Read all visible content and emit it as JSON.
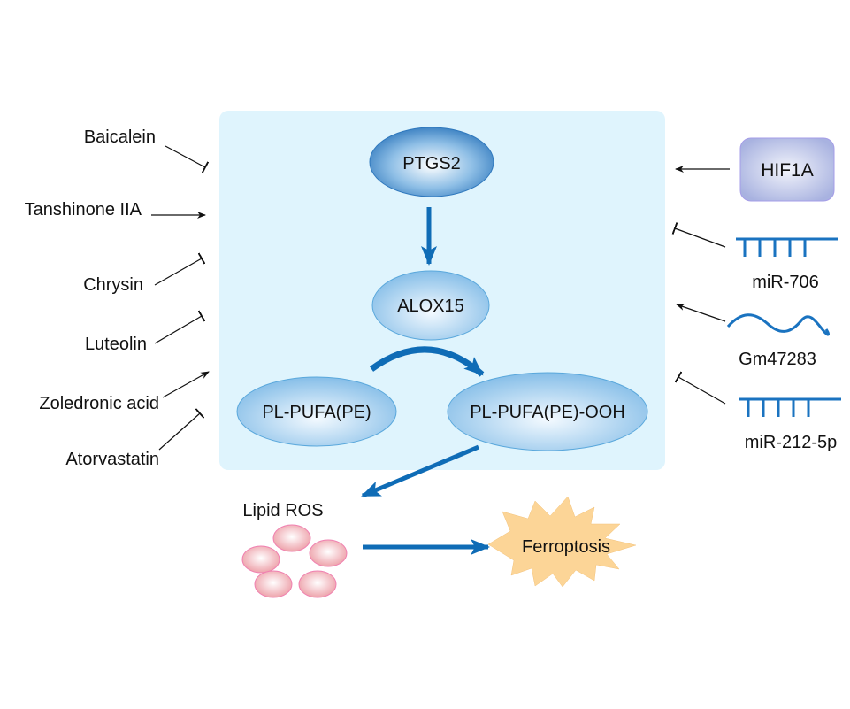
{
  "colors": {
    "panel_fill": "#dff4fd",
    "arrow_blue": "#0f6cb6",
    "ptgs2_edge": "#2f78bd",
    "node_edge": "#5aa8dc",
    "hif1a_fill": "#b3bce6",
    "hif1a_edge": "#a59de8",
    "ros_fill": "#efa5ab",
    "ros_edge": "#f07fb0",
    "ferroptosis_fill": "#fcd597",
    "inhibitor_line": "#111111",
    "rna_blue": "#1a73c0"
  },
  "nodes": {
    "ptgs2": "PTGS2",
    "alox15": "ALOX15",
    "pl_pufa": "PL-PUFA(PE)",
    "pl_pufa_ooh": "PL-PUFA(PE)-OOH",
    "lipid_ros": "Lipid ROS",
    "ferroptosis": "Ferroptosis"
  },
  "left_regulators": [
    {
      "label": "Baicalein",
      "effect": "inhibits"
    },
    {
      "label": "Tanshinone IIA",
      "effect": "activates"
    },
    {
      "label": "Chrysin",
      "effect": "inhibits"
    },
    {
      "label": "Luteolin",
      "effect": "inhibits"
    },
    {
      "label": "Zoledronic acid",
      "effect": "activates"
    },
    {
      "label": "Atorvastatin",
      "effect": "inhibits"
    }
  ],
  "right_regulators": [
    {
      "label": "HIF1A",
      "type": "protein",
      "effect": "activates"
    },
    {
      "label": "miR-706",
      "type": "mirna",
      "effect": "inhibits"
    },
    {
      "label": "Gm47283",
      "type": "lncrna",
      "effect": "activates"
    },
    {
      "label": "miR-212-5p",
      "type": "mirna",
      "effect": "inhibits"
    }
  ],
  "icons": {
    "mirna": "mirna-comb-icon",
    "lncrna": "lncrna-wave-icon",
    "ros": "lipid-ros-droplets-icon",
    "ferroptosis": "starburst-icon"
  }
}
